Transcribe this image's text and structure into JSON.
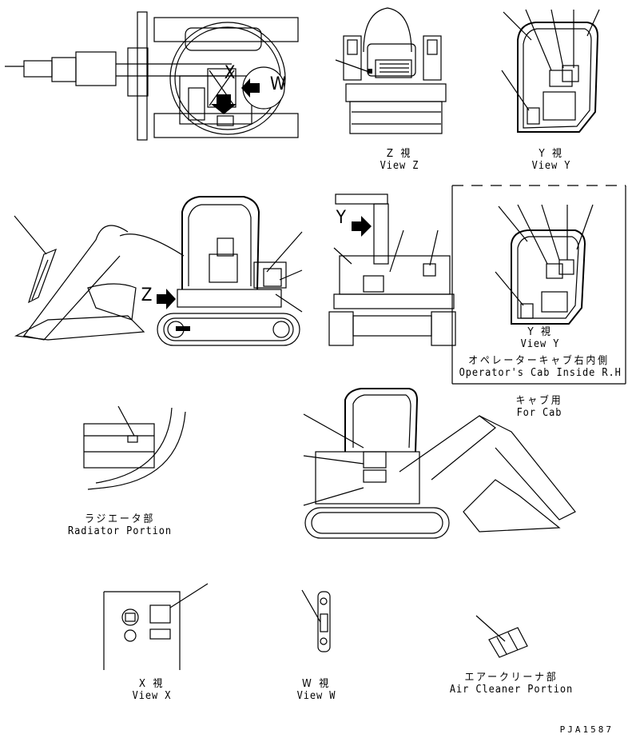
{
  "views": {
    "view_z": {
      "jp": "Z  視",
      "en": "View Z"
    },
    "view_y": {
      "jp": "Y  視",
      "en": "View Y"
    },
    "view_y_cab": {
      "jp": "Y  視",
      "en": "View Y"
    },
    "view_x": {
      "jp": "X  視",
      "en": "View X"
    },
    "view_w": {
      "jp": "W  視",
      "en": "View W"
    }
  },
  "captions": {
    "operator_cab": {
      "jp": "オペレーターキャブ右内側",
      "en": "Operator's Cab Inside R.H"
    },
    "for_cab": {
      "jp": "キャブ用",
      "en": "For Cab"
    },
    "radiator": {
      "jp": "ラジエータ部",
      "en": "Radiator Portion"
    },
    "air_cleaner": {
      "jp": "エアークリーナ部",
      "en": "Air Cleaner Portion"
    }
  },
  "arrow_letters": {
    "x": "X",
    "w": "W",
    "z": "Z",
    "y": "Y"
  },
  "drawing_code": "PJA1587"
}
